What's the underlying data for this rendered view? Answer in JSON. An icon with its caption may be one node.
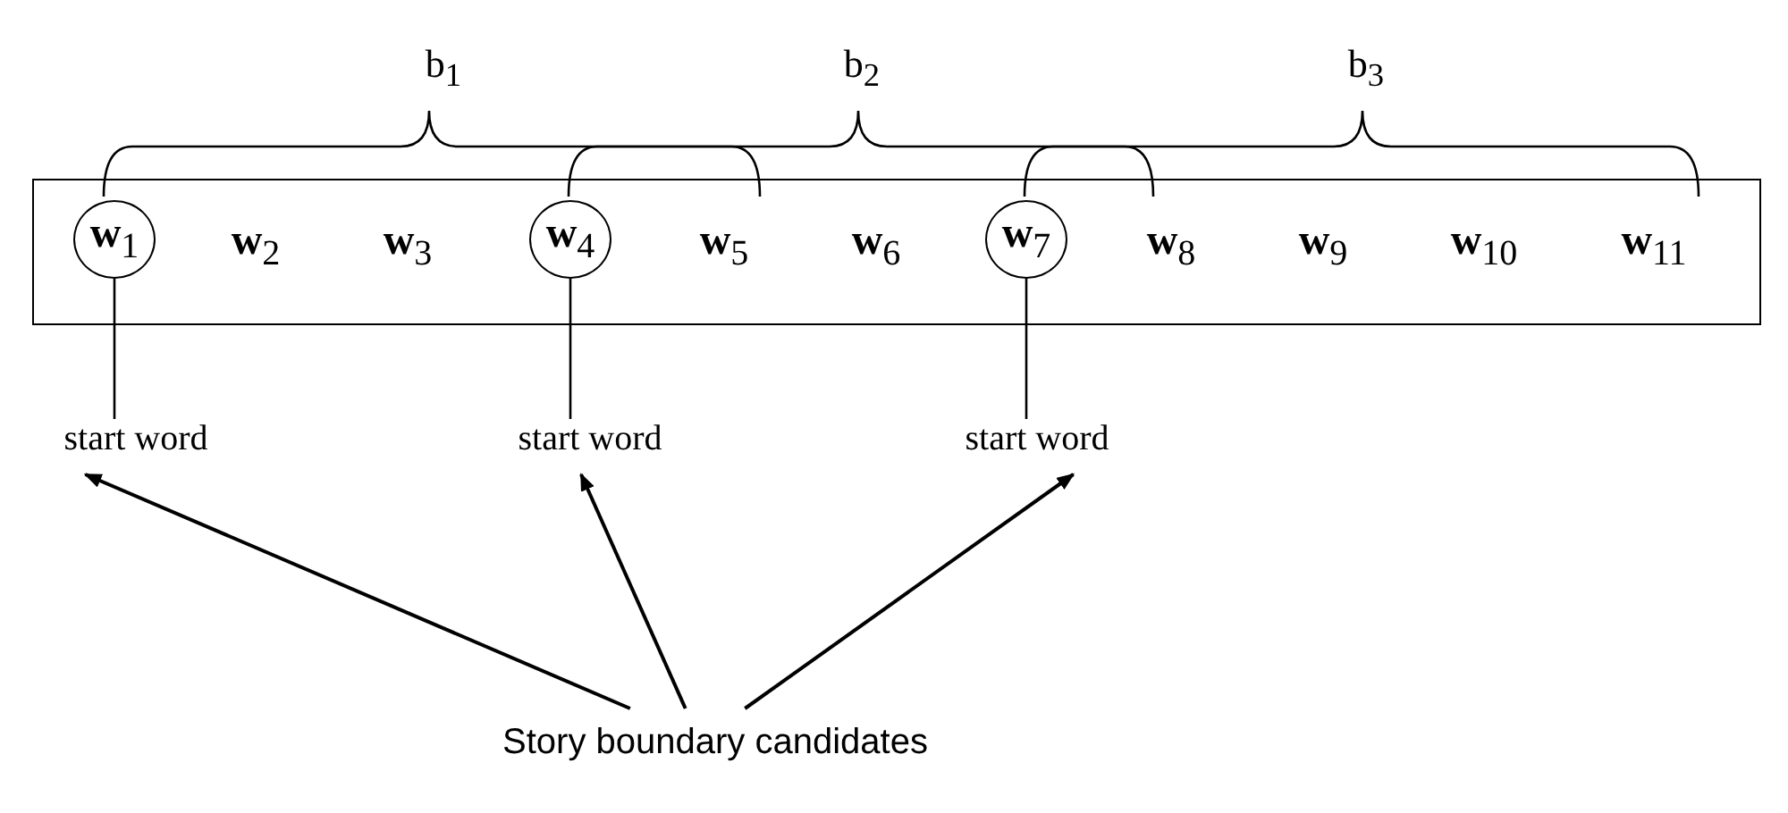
{
  "diagram": {
    "nodes": [
      {
        "text": [],
        "shape": "box"
      },
      {
        "text": [
          "**w**$_{1}$"
        ],
        "in": 0
      },
      {
        "text": [
          "**w**$_{4}$"
        ],
        "in": 0
      },
      {
        "text": [
          "**w**$_{7}$"
        ],
        "in": 0
      },
      {
        "text": [
          "start word"
        ]
      },
      {
        "text": [
          "start word"
        ]
      },
      {
        "text": [
          "start word"
        ]
      },
      {
        "text": [
          "Story boundary candidates"
        ]
      }
    ],
    "edges": [
      {
        "from": 4,
        "to": 1,
        "arrow": "none"
      },
      {
        "from": 5,
        "to": 2,
        "arrow": "none"
      },
      {
        "from": 6,
        "to": 3,
        "arrow": "none"
      },
      {
        "from": 7,
        "to": 4,
        "arrow": "to"
      },
      {
        "from": 7,
        "to": 5,
        "arrow": "to"
      },
      {
        "from": 7,
        "to": 6,
        "arrow": "to"
      }
    ],
    "labels": [
      "b$_{1}$",
      "b$_{2}$",
      "b$_{3}$",
      "**w**$_{2}$",
      "**w**$_{3}$",
      "**w**$_{5}$",
      "**w**$_{6}$",
      "**w**$_{8}$",
      "**w**$_{9}$",
      "**w**$_{10}$",
      "**w**$_{11}$"
    ]
  }
}
